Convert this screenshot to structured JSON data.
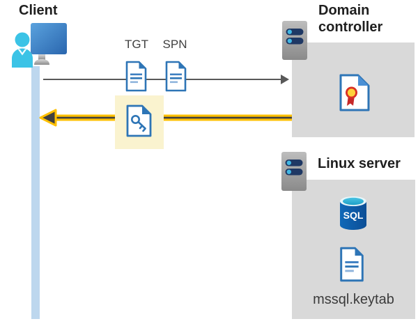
{
  "diagram": {
    "client": {
      "label": "Client"
    },
    "request": {
      "tgt_label": "TGT",
      "spn_label": "SPN"
    },
    "domain_controller": {
      "label": "Domain controller"
    },
    "linux_server": {
      "label": "Linux server",
      "sql_badge": "SQL",
      "keytab_file": "mssql.keytab"
    },
    "icons": {
      "client": "user-workstation-icon",
      "tgt": "document-icon",
      "spn": "document-icon",
      "session_key": "key-document-icon",
      "domain_controller": "server-icon",
      "certificate": "certificate-icon",
      "linux_server": "server-icon",
      "database": "sql-database-icon",
      "keytab": "document-icon"
    },
    "colors": {
      "request_arrow_gray": "#595959",
      "response_arrow_yellow": "#FFC000",
      "response_arrow_core": "#404040",
      "highlight_box": "#FAF3CF",
      "panel_gray": "#D9D9D9",
      "client_lifeline_blue": "#BDD7EE",
      "document_blue": "#2E75B6",
      "document_fold_blue": "#2E75B6",
      "server_bar_navy": "#1F3864",
      "server_led_cyan": "#41B8E4",
      "sql_body_blue": "#0F5FAC",
      "sql_top_cyan": "#35BEE0",
      "seal_red": "#D93025",
      "seal_yellow": "#FFD23B",
      "monitor_blue": "#3D85C9",
      "person_cyan": "#3BC3E6",
      "label_black": "#1F1F1F"
    }
  }
}
